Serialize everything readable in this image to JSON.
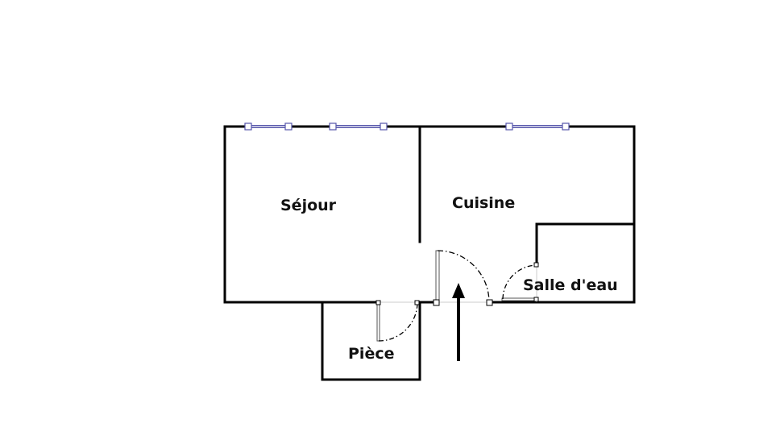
{
  "plan": {
    "type": "floor-plan",
    "rooms": [
      {
        "id": "sejour",
        "label": "Séjour"
      },
      {
        "id": "cuisine",
        "label": "Cuisine"
      },
      {
        "id": "salle-deau",
        "label": "Salle d'eau"
      },
      {
        "id": "piece",
        "label": "Pièce"
      }
    ],
    "entrance": {
      "icon": "arrow-up-icon",
      "meaning": "entrance"
    },
    "colors": {
      "wall": "#000000",
      "window": "#5555aa",
      "door": "#666666",
      "background": "#ffffff"
    }
  }
}
